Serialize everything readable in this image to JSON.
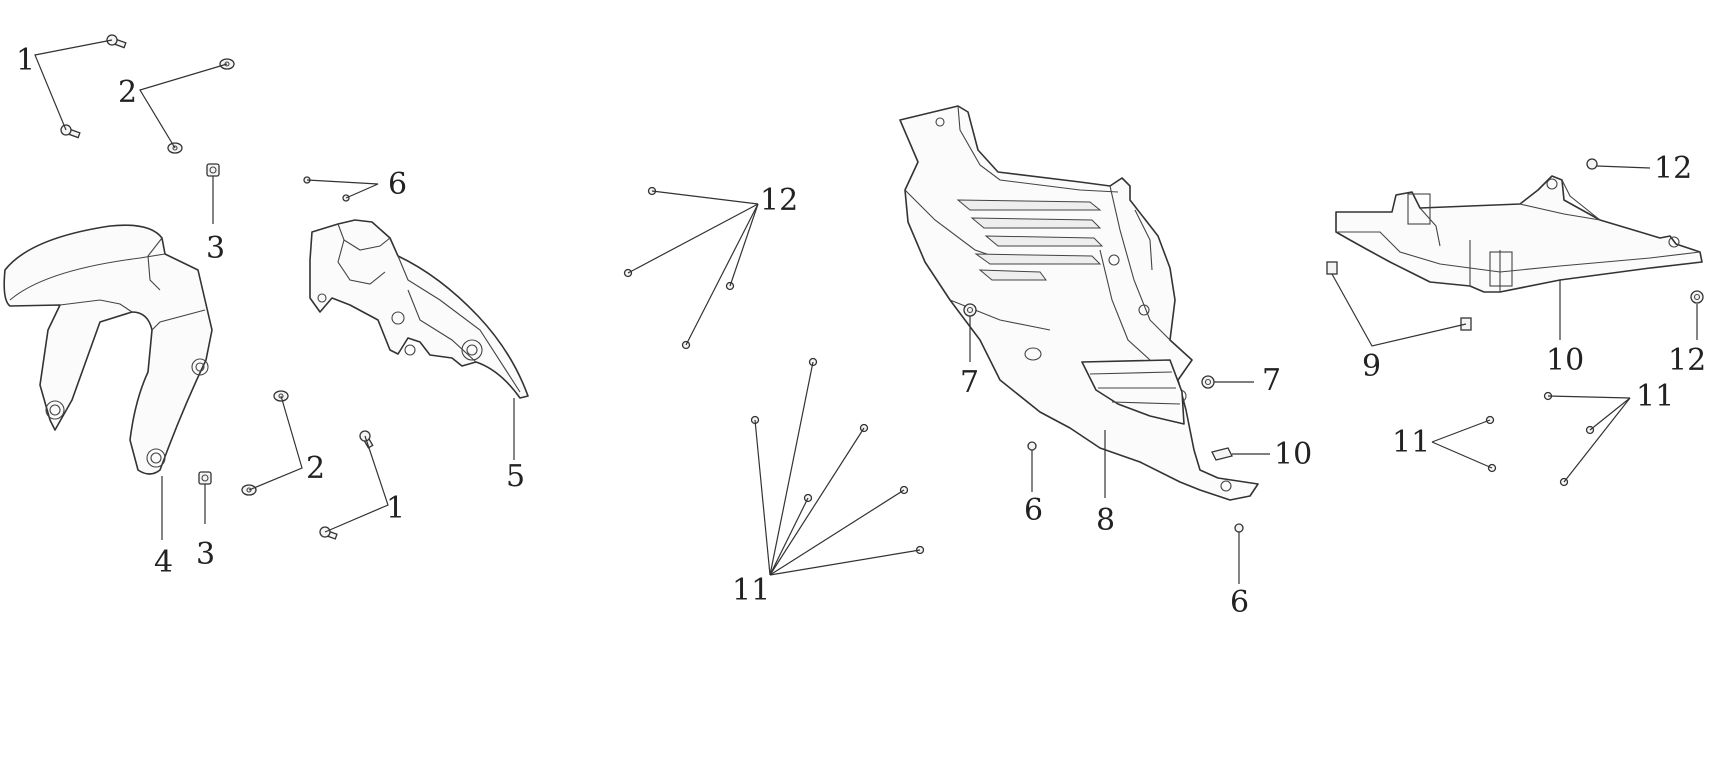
{
  "diagram": {
    "type": "exploded-parts-view",
    "callouts": [
      {
        "id": "c1a",
        "label": "1"
      },
      {
        "id": "c2a",
        "label": "2"
      },
      {
        "id": "c3a",
        "label": "3"
      },
      {
        "id": "c6a",
        "label": "6"
      },
      {
        "id": "c4",
        "label": "4"
      },
      {
        "id": "c3b",
        "label": "3"
      },
      {
        "id": "c2b",
        "label": "2"
      },
      {
        "id": "c1b",
        "label": "1"
      },
      {
        "id": "c5",
        "label": "5"
      },
      {
        "id": "c12a",
        "label": "12"
      },
      {
        "id": "c11a",
        "label": "11"
      },
      {
        "id": "c7a",
        "label": "7"
      },
      {
        "id": "c6b",
        "label": "6"
      },
      {
        "id": "c8",
        "label": "8"
      },
      {
        "id": "c7b",
        "label": "7"
      },
      {
        "id": "c10a",
        "label": "10"
      },
      {
        "id": "c6c",
        "label": "6"
      },
      {
        "id": "c12b",
        "label": "12"
      },
      {
        "id": "c9",
        "label": "9"
      },
      {
        "id": "c10b",
        "label": "10"
      },
      {
        "id": "c12c",
        "label": "12"
      },
      {
        "id": "c11b",
        "label": "11"
      },
      {
        "id": "c11c",
        "label": "11"
      }
    ]
  }
}
